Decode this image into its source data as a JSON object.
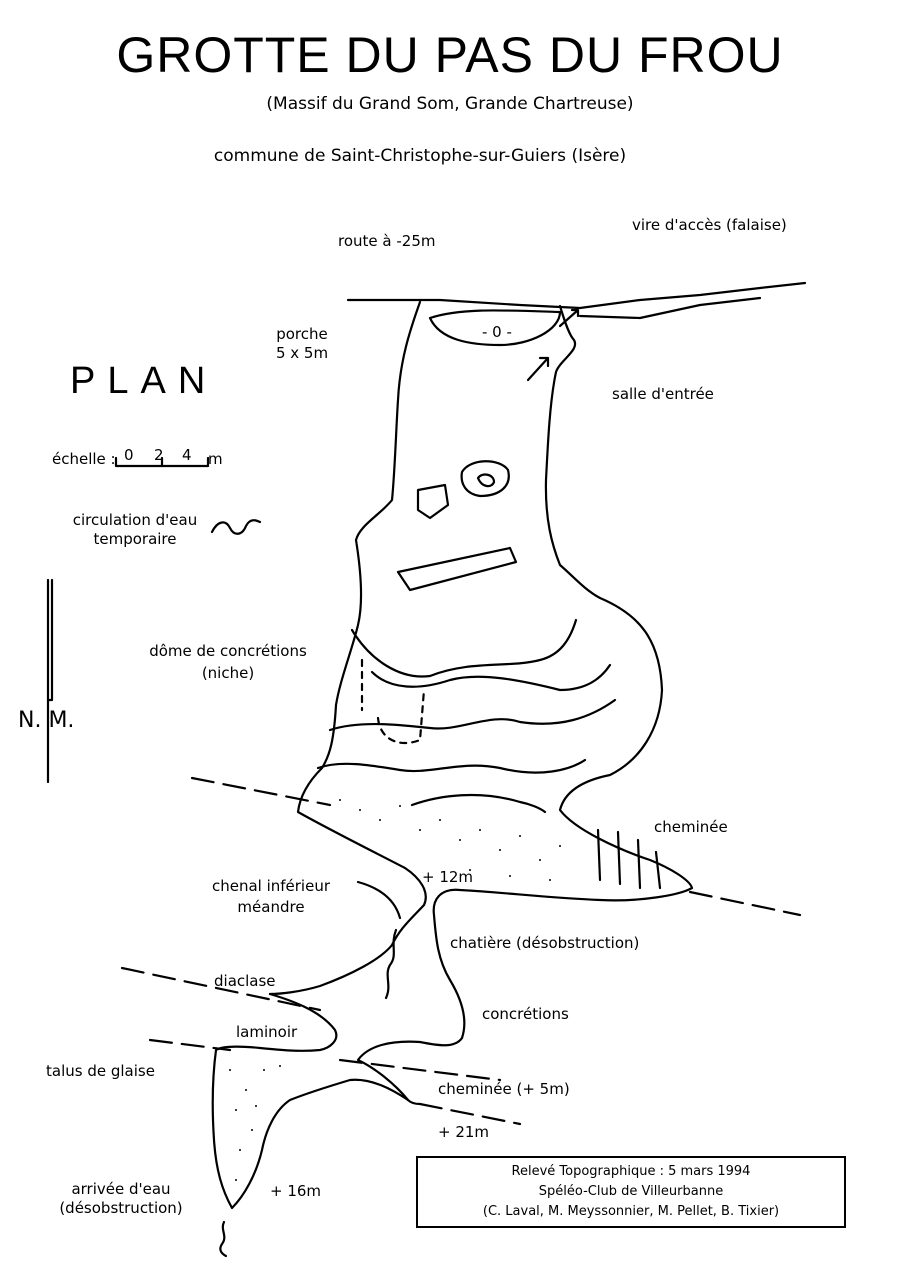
{
  "title": "GROTTE DU PAS DU FROU",
  "subtitle": "(Massif du Grand Som, Grande Chartreuse)",
  "commune": "commune de Saint-Christophe-sur-Guiers (Isère)",
  "plan_label": "PLAN",
  "legend": {
    "scale_prefix": "échelle :",
    "scale_ticks": [
      "0",
      "2",
      "4"
    ],
    "scale_unit": "m",
    "water_line1": "circulation d'eau",
    "water_line2": "temporaire"
  },
  "north": "N. M.",
  "labels": {
    "route": "route à -25m",
    "vire": "vire d'accès (falaise)",
    "porche1": "porche",
    "porche2": "5 x 5m",
    "salle": "salle d'entrée",
    "zero": "- 0 -",
    "dome1": "dôme de concrétions",
    "dome2": "(niche)",
    "cheminee": "cheminée",
    "plus12": "+ 12m",
    "chenal1": "chenal inférieur",
    "chenal2": "méandre",
    "chatiere": "chatière (désobstruction)",
    "diaclase": "diaclase",
    "concretions": "concrétions",
    "laminoir": "laminoir",
    "talus": "talus de glaise",
    "cheminee2": "cheminée (+ 5m)",
    "plus21": "+ 21m",
    "arrivee1": "arrivée d'eau",
    "arrivee2": "(désobstruction)",
    "plus16": "+ 16m"
  },
  "credits": {
    "line1": "Relevé Topographique : 5 mars 1994",
    "line2": "Spéléo-Club de Villeurbanne",
    "line3": "(C. Laval, M. Meyssonnier, M. Pellet, B. Tixier)"
  }
}
